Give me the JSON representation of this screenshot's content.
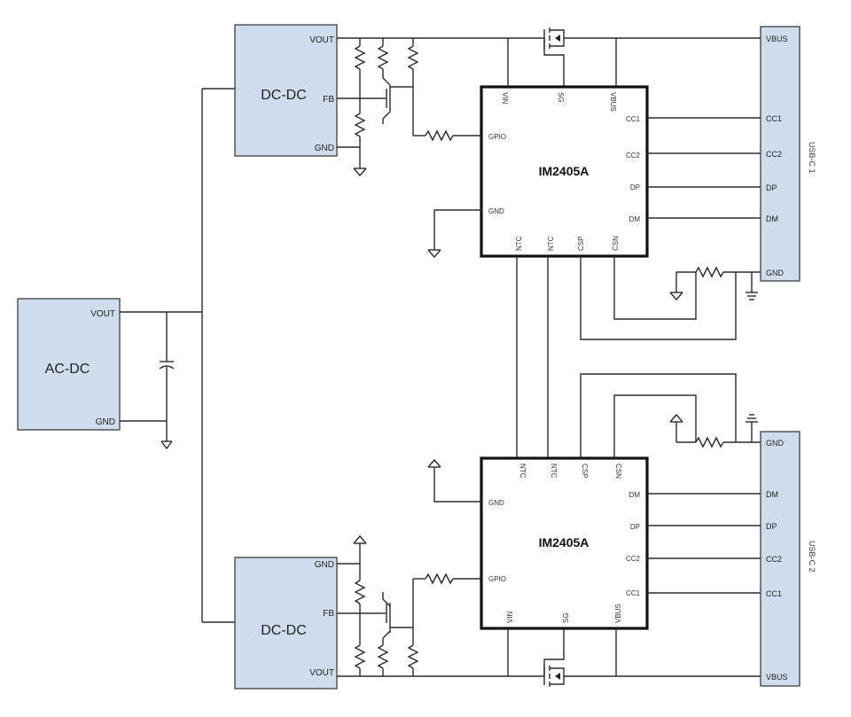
{
  "power": {
    "acdc": {
      "name": "AC-DC",
      "vout": "VOUT",
      "gnd": "GND"
    },
    "dcdc_top": {
      "name": "DC-DC",
      "vout": "VOUT",
      "fb": "FB",
      "gnd": "GND"
    },
    "dcdc_bottom": {
      "name": "DC-DC",
      "vout": "VOUT",
      "fb": "FB",
      "gnd": "GND"
    }
  },
  "chips": {
    "top": {
      "name": "IM2405A",
      "pins": {
        "vin": "VIN",
        "sg": "SG",
        "vbus": "VBUS",
        "gpio": "GPIO",
        "gnd": "GND",
        "cc1": "CC1",
        "cc2": "CC2",
        "dp": "DP",
        "dm": "DM",
        "ntc": "NTC",
        "csp": "CSP",
        "csn": "CSN",
        "ntc_s": "NTC"
      }
    },
    "bottom": {
      "name": "IM2405A",
      "pins": {
        "vin": "VIN",
        "sg": "SG",
        "vbus": "VBUS",
        "gpio": "GPIO",
        "gnd": "GND",
        "cc1": "CC1",
        "cc2": "CC2",
        "dp": "DP",
        "dm": "DM",
        "ntc": "NTC",
        "csp": "CSP",
        "csn": "CSN",
        "ntc_s": "NTC"
      }
    }
  },
  "connectors": {
    "top": {
      "name": "USB-C 1",
      "pins": [
        "VBUS",
        "CC1",
        "CC2",
        "DP",
        "DM",
        "GND"
      ]
    },
    "bottom": {
      "name": "USB-C 2",
      "pins": [
        "GND",
        "DM",
        "DP",
        "CC2",
        "CC1",
        "VBUS"
      ]
    }
  }
}
